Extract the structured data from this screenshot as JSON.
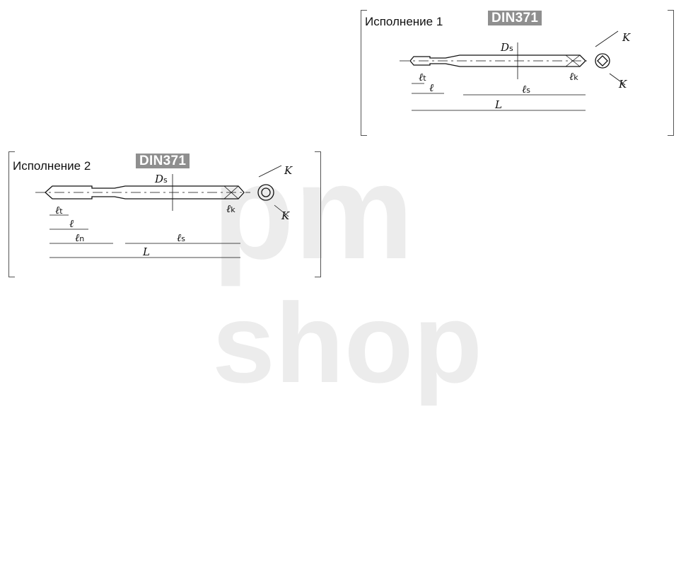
{
  "watermark": {
    "top": "pm",
    "bottom": "shop"
  },
  "labels": {
    "D": "D",
    "s": "s",
    "l": "ℓ",
    "t": "t",
    "n": "n",
    "k": "k",
    "L": "L",
    "K": "K"
  },
  "variants": [
    {
      "title": "Исполнение 1",
      "standard": "DIN371"
    },
    {
      "title": "Исполнение 2",
      "standard": "DIN371"
    }
  ]
}
